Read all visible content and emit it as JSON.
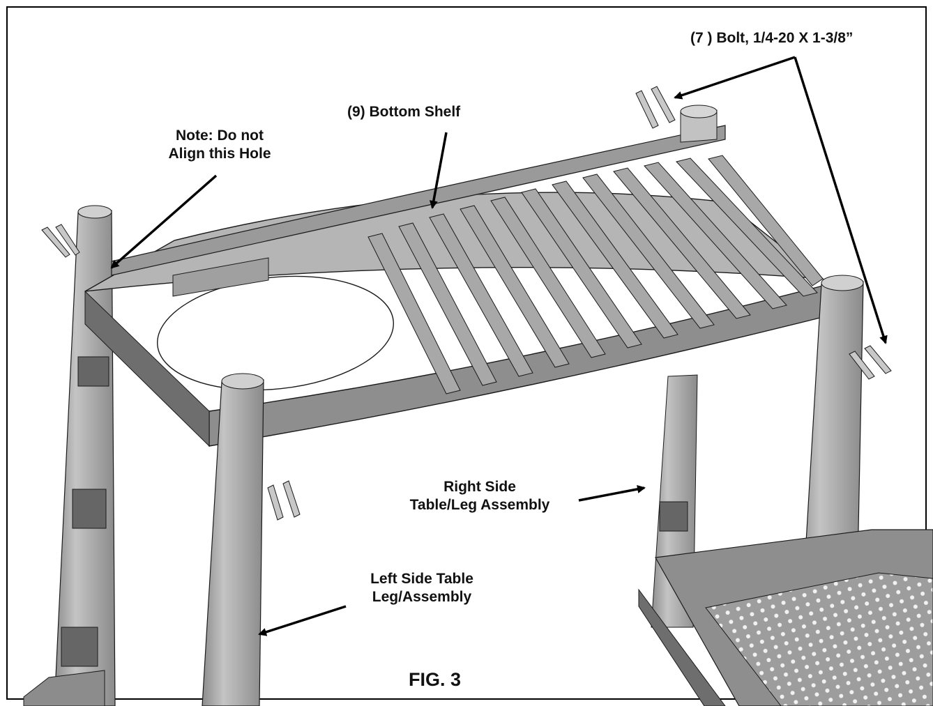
{
  "labels": {
    "bolt": "(7 ) Bolt, 1/4-20 X 1-3/8”",
    "bottom_shelf": "(9) Bottom Shelf",
    "note_line1": "Note: Do not",
    "note_line2": "Align this Hole",
    "right_line1": "Right Side",
    "right_line2": "Table/Leg Assembly",
    "left_line1": "Left Side Table",
    "left_line2": "Leg/Assembly",
    "figure": "FIG. 3"
  },
  "colors": {
    "part_light": "#b3b3b3",
    "part_mid": "#8e8e8e",
    "part_dark": "#5e5e5e",
    "outline": "#1a1a1a",
    "arrow": "#000000"
  }
}
